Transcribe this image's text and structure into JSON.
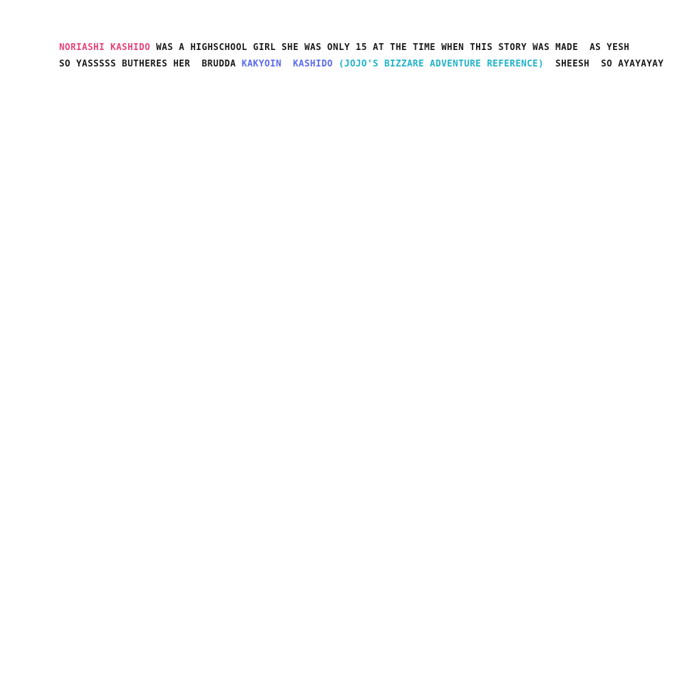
{
  "story": {
    "line1": [
      {
        "text": "NORIASHI KASHIDO",
        "color": "#e8417a"
      },
      {
        "text": " WAS A HIGHSCHOOL GIRL SHE WAS ONLY 15 AT THE TIME WHEN THIS STORY WAS MADE  AS YESH",
        "color": "#1a1a1a"
      }
    ],
    "line2": [
      {
        "text": "SO YASSSSS BUTHERES HER  BRUDDA ",
        "color": "#1a1a1a"
      },
      {
        "text": "KAKYOIN  KASHIDO ",
        "color": "#5a6bf0"
      },
      {
        "text": "(JOJO'S BIZZARE ADVENTURE REFERENCE)",
        "color": "#1fb3c9"
      },
      {
        "text": "  SHEESH  SO AYAYAYAY",
        "color": "#1a1a1a"
      }
    ]
  }
}
